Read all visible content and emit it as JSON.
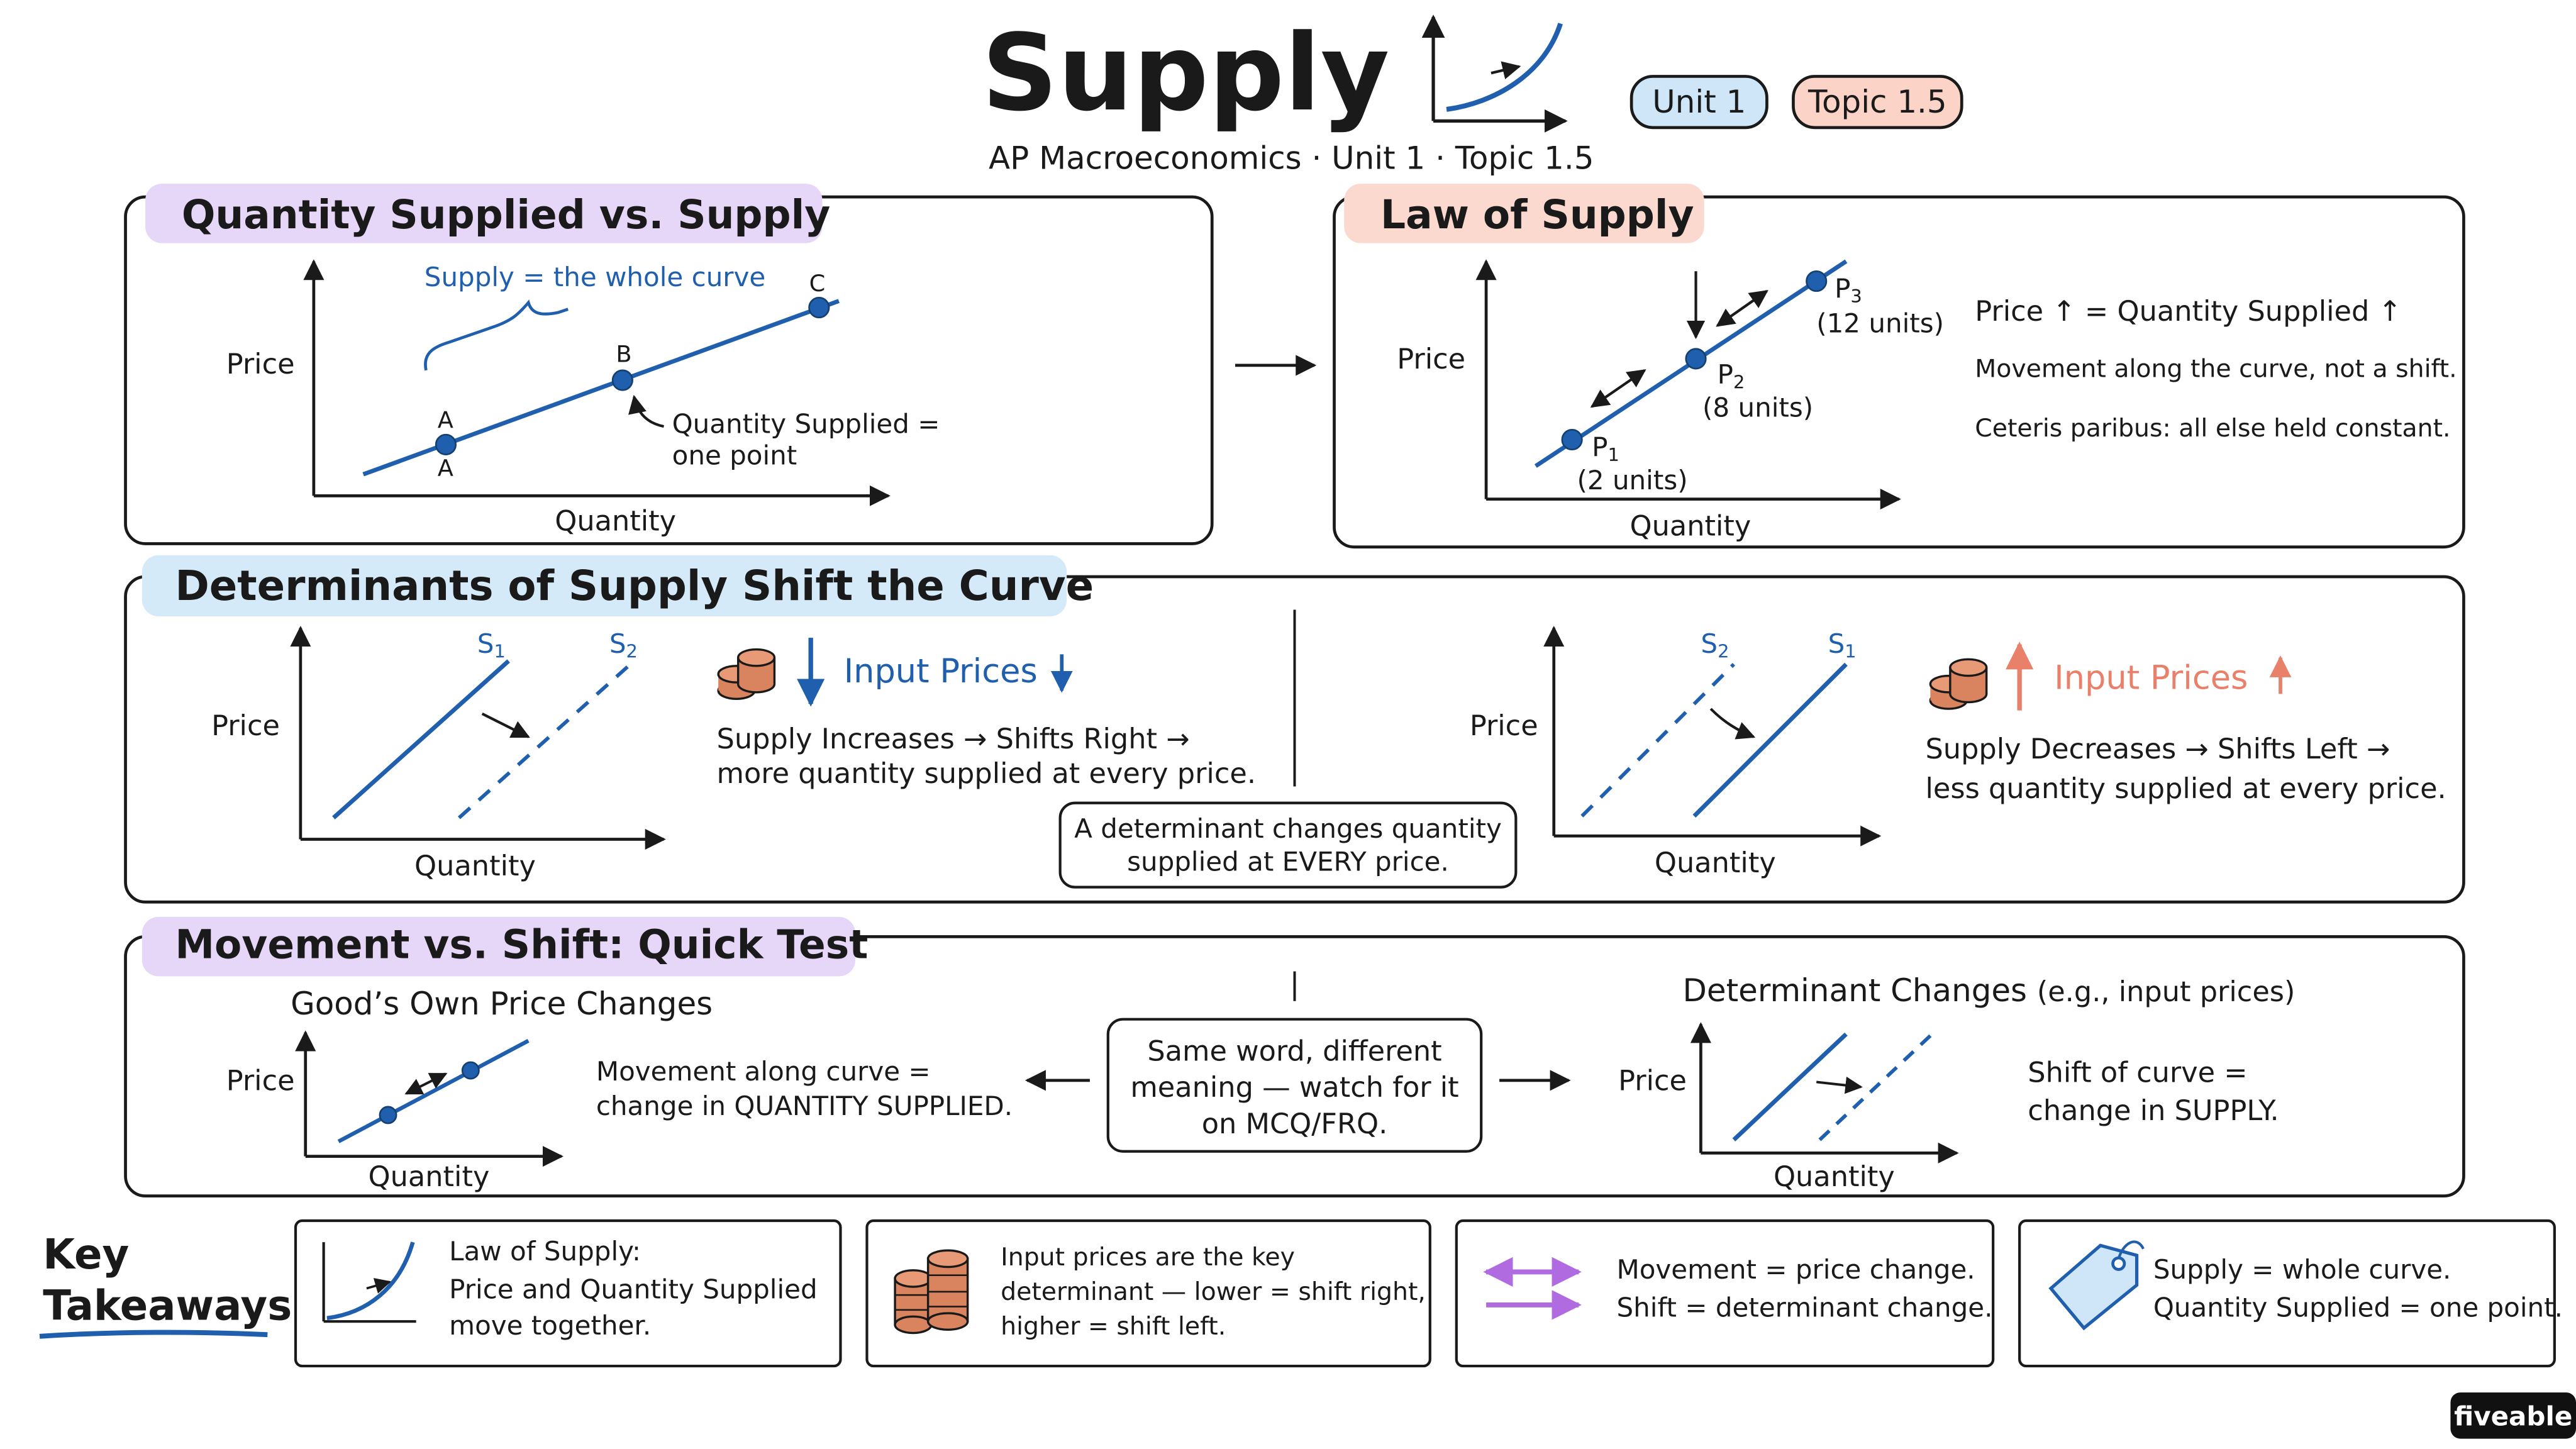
{
  "header": {
    "title": "Supply",
    "unit_badge": "Unit 1",
    "topic_badge": "Topic 1.5",
    "subtitle": "AP Macroeconomics · Unit 1 · Topic 1.5"
  },
  "colors": {
    "ink": "#1a1a1a",
    "blue": "#1f5fae",
    "salmon": "#e8806a",
    "lavender": "#e6d6f7",
    "peach": "#fbd9cf",
    "sky": "#d4eaf9",
    "badge_blue": "#cfe6f8",
    "badge_peach": "#fbd3c7",
    "coin": "#d9845e",
    "purple": "#b06be0"
  },
  "qs_panel": {
    "heading": "Quantity Supplied vs. Supply",
    "price_label": "Price",
    "quantity_label": "Quantity",
    "brace_label": "Supply = the whole curve",
    "point_a_top": "A",
    "point_a_bottom": "A",
    "point_b": "B",
    "point_c": "C",
    "callout_line1": "Quantity Supplied =",
    "callout_line2": "one point"
  },
  "law_panel": {
    "heading": "Law of Supply",
    "price_label": "Price",
    "quantity_label": "Quantity",
    "p1_name": "P",
    "p1_sub": "1",
    "p1_units": "(2 units)",
    "p2_name": "P",
    "p2_sub": "2",
    "p2_units": "(8 units)",
    "p3_name": "P",
    "p3_sub": "3",
    "p3_units": "(12 units)",
    "rule": "Price ↑ = Quantity Supplied ↑",
    "note1": "Movement along the curve, not a shift.",
    "note2": "Ceteris paribus: all else held constant."
  },
  "determinants_panel": {
    "heading": "Determinants of Supply Shift the Curve",
    "left": {
      "price_label": "Price",
      "quantity_label": "Quantity",
      "s1_name": "S",
      "s1_sub": "1",
      "s2_name": "S",
      "s2_sub": "2",
      "title": "Input Prices",
      "desc_line1": "Supply Increases → Shifts Right →",
      "desc_line2": "more quantity supplied at every price."
    },
    "right": {
      "price_label": "Price",
      "quantity_label": "Quantity",
      "s2_name": "S",
      "s2_sub": "2",
      "s1_name": "S",
      "s1_sub": "1",
      "title": "Input Prices",
      "desc_line1": "Supply Decreases → Shifts Left →",
      "desc_line2": "less quantity supplied at every price."
    },
    "center_note_line1": "A determinant changes quantity",
    "center_note_line2": "supplied at EVERY price."
  },
  "movement_panel": {
    "heading": "Movement vs. Shift: Quick Test",
    "left_title": "Good’s Own Price Changes",
    "left_price_label": "Price",
    "left_quantity_label": "Quantity",
    "left_desc_line1": "Movement along curve =",
    "left_desc_line2": "change in QUANTITY SUPPLIED.",
    "center_line1": "Same word, different",
    "center_line2": "meaning — watch for it",
    "center_line3": "on MCQ/FRQ.",
    "right_title": "Determinant Changes",
    "right_title_note": "(e.g., input prices)",
    "right_price_label": "Price",
    "right_quantity_label": "Quantity",
    "right_desc_line1": "Shift of curve =",
    "right_desc_line2": "change in SUPPLY."
  },
  "takeaways": {
    "label_line1": "Key",
    "label_line2": "Takeaways",
    "card1_line1": "Law of Supply:",
    "card1_line2": "Price and Quantity Supplied",
    "card1_line3": "move together.",
    "card2_line1": "Input prices are the key",
    "card2_line2": "determinant — lower = shift right,",
    "card2_line3": "higher = shift left.",
    "card3_line1": "Movement = price change.",
    "card3_line2": "Shift = determinant change.",
    "card4_line1": "Supply = whole curve.",
    "card4_line2": "Quantity Supplied = one point."
  },
  "brand": "fiveable"
}
